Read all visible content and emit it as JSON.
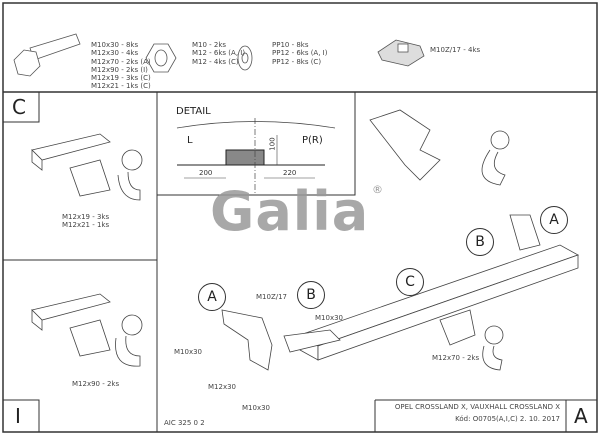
{
  "parts": {
    "bolts": [
      "M10x30 - 8ks",
      "M12x30 - 4ks",
      "M12x70 - 2ks (A)",
      "M12x90 - 2ks (I)",
      "M12x19 - 3ks (C)",
      "M12x21 - 1ks (C)"
    ],
    "nuts": [
      "M10 - 2ks",
      "M12 - 6ks (A, I)",
      "M12 - 4ks (C)"
    ],
    "washers": [
      "PP10 - 8ks",
      "PP12 - 6ks (A, I)",
      "PP12 - 8ks (C)"
    ],
    "clip": "M10Z/17 - 4ks"
  },
  "panels": {
    "c_label": "C",
    "c_bolts": [
      "M12x19 - 3ks",
      "M12x21 - 1ks"
    ],
    "i_label": "I",
    "i_bolts": "M12x90 - 2ks"
  },
  "detail": {
    "title": "DETAIL",
    "left": "L",
    "right": "P(R)",
    "dim_height": "100",
    "dim_left": "200",
    "dim_right": "220"
  },
  "logo": {
    "text": "Galia",
    "mark": "®"
  },
  "main": {
    "callout_a1": "A",
    "callout_b1": "B",
    "callout_c": "C",
    "callout_b2": "B",
    "callout_a2": "A",
    "clip": "M10Z/17",
    "m10x30_1": "M10x30",
    "m10x30_2": "M10x30",
    "m10x30_3": "M10x30",
    "m12x30": "M12x30",
    "m12x70": "M12x70 - 2ks"
  },
  "footer": {
    "drawing_no": "AIC 325 0 2",
    "vehicle": "OPEL CROSSLAND X, VAUXHALL CROSSLAND X",
    "code": "Kód: O0705(A,I,C)  2. 10. 2017",
    "sheet": "A"
  }
}
